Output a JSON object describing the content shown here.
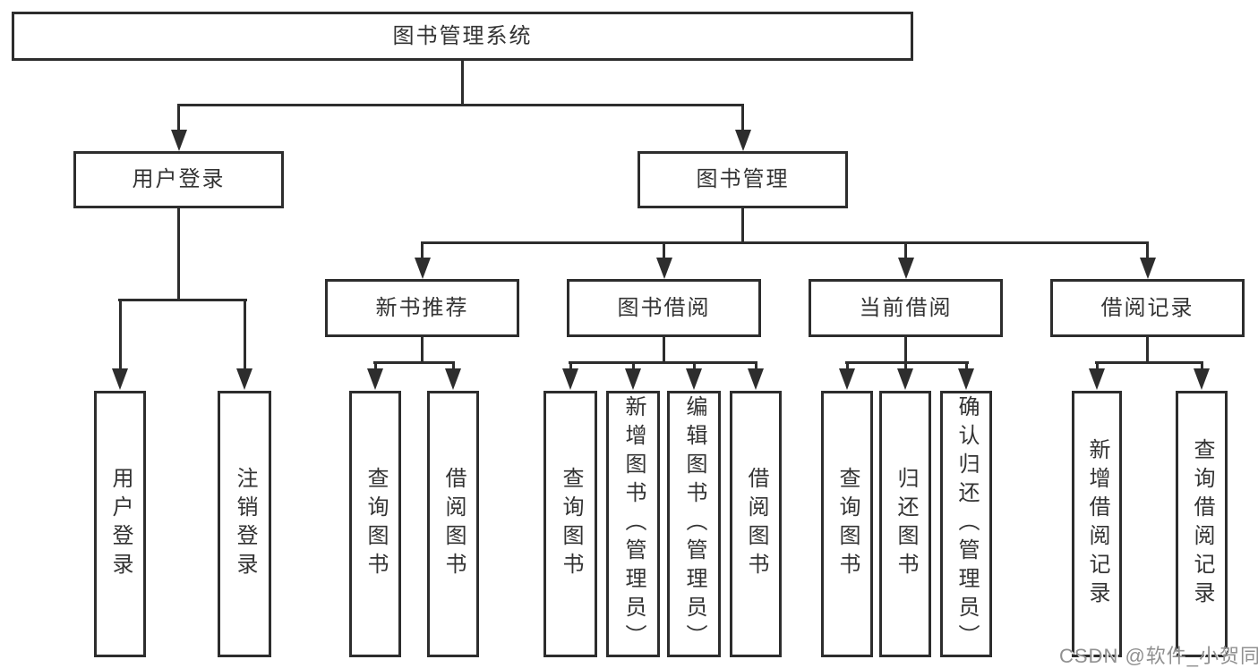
{
  "diagram": {
    "root": {
      "label": "图书管理系统"
    },
    "branches": [
      {
        "label": "用户登录",
        "children": [
          {
            "label": "用户登录"
          },
          {
            "label": "注销登录"
          }
        ]
      },
      {
        "label": "图书管理",
        "children": [
          {
            "label": "新书推荐",
            "children": [
              {
                "label": "查询图书"
              },
              {
                "label": "借阅图书"
              }
            ]
          },
          {
            "label": "图书借阅",
            "children": [
              {
                "label": "查询图书"
              },
              {
                "label": "新增图书（管理员）"
              },
              {
                "label": "编辑图书（管理员）"
              },
              {
                "label": "借阅图书"
              }
            ]
          },
          {
            "label": "当前借阅",
            "children": [
              {
                "label": "查询图书"
              },
              {
                "label": "归还图书"
              },
              {
                "label": "确认归还（管理员）"
              }
            ]
          },
          {
            "label": "借阅记录",
            "children": [
              {
                "label": "新增借阅记录"
              },
              {
                "label": "查询借阅记录"
              }
            ]
          }
        ]
      }
    ]
  },
  "watermark": {
    "text": "CSDN @软件_小贺同学"
  },
  "colors": {
    "line": "#2d2d2d",
    "box_border": "#2d2d2d",
    "box_fill": "#ffffff",
    "text": "#333333",
    "watermark": "#909090",
    "background": "#ffffff"
  }
}
